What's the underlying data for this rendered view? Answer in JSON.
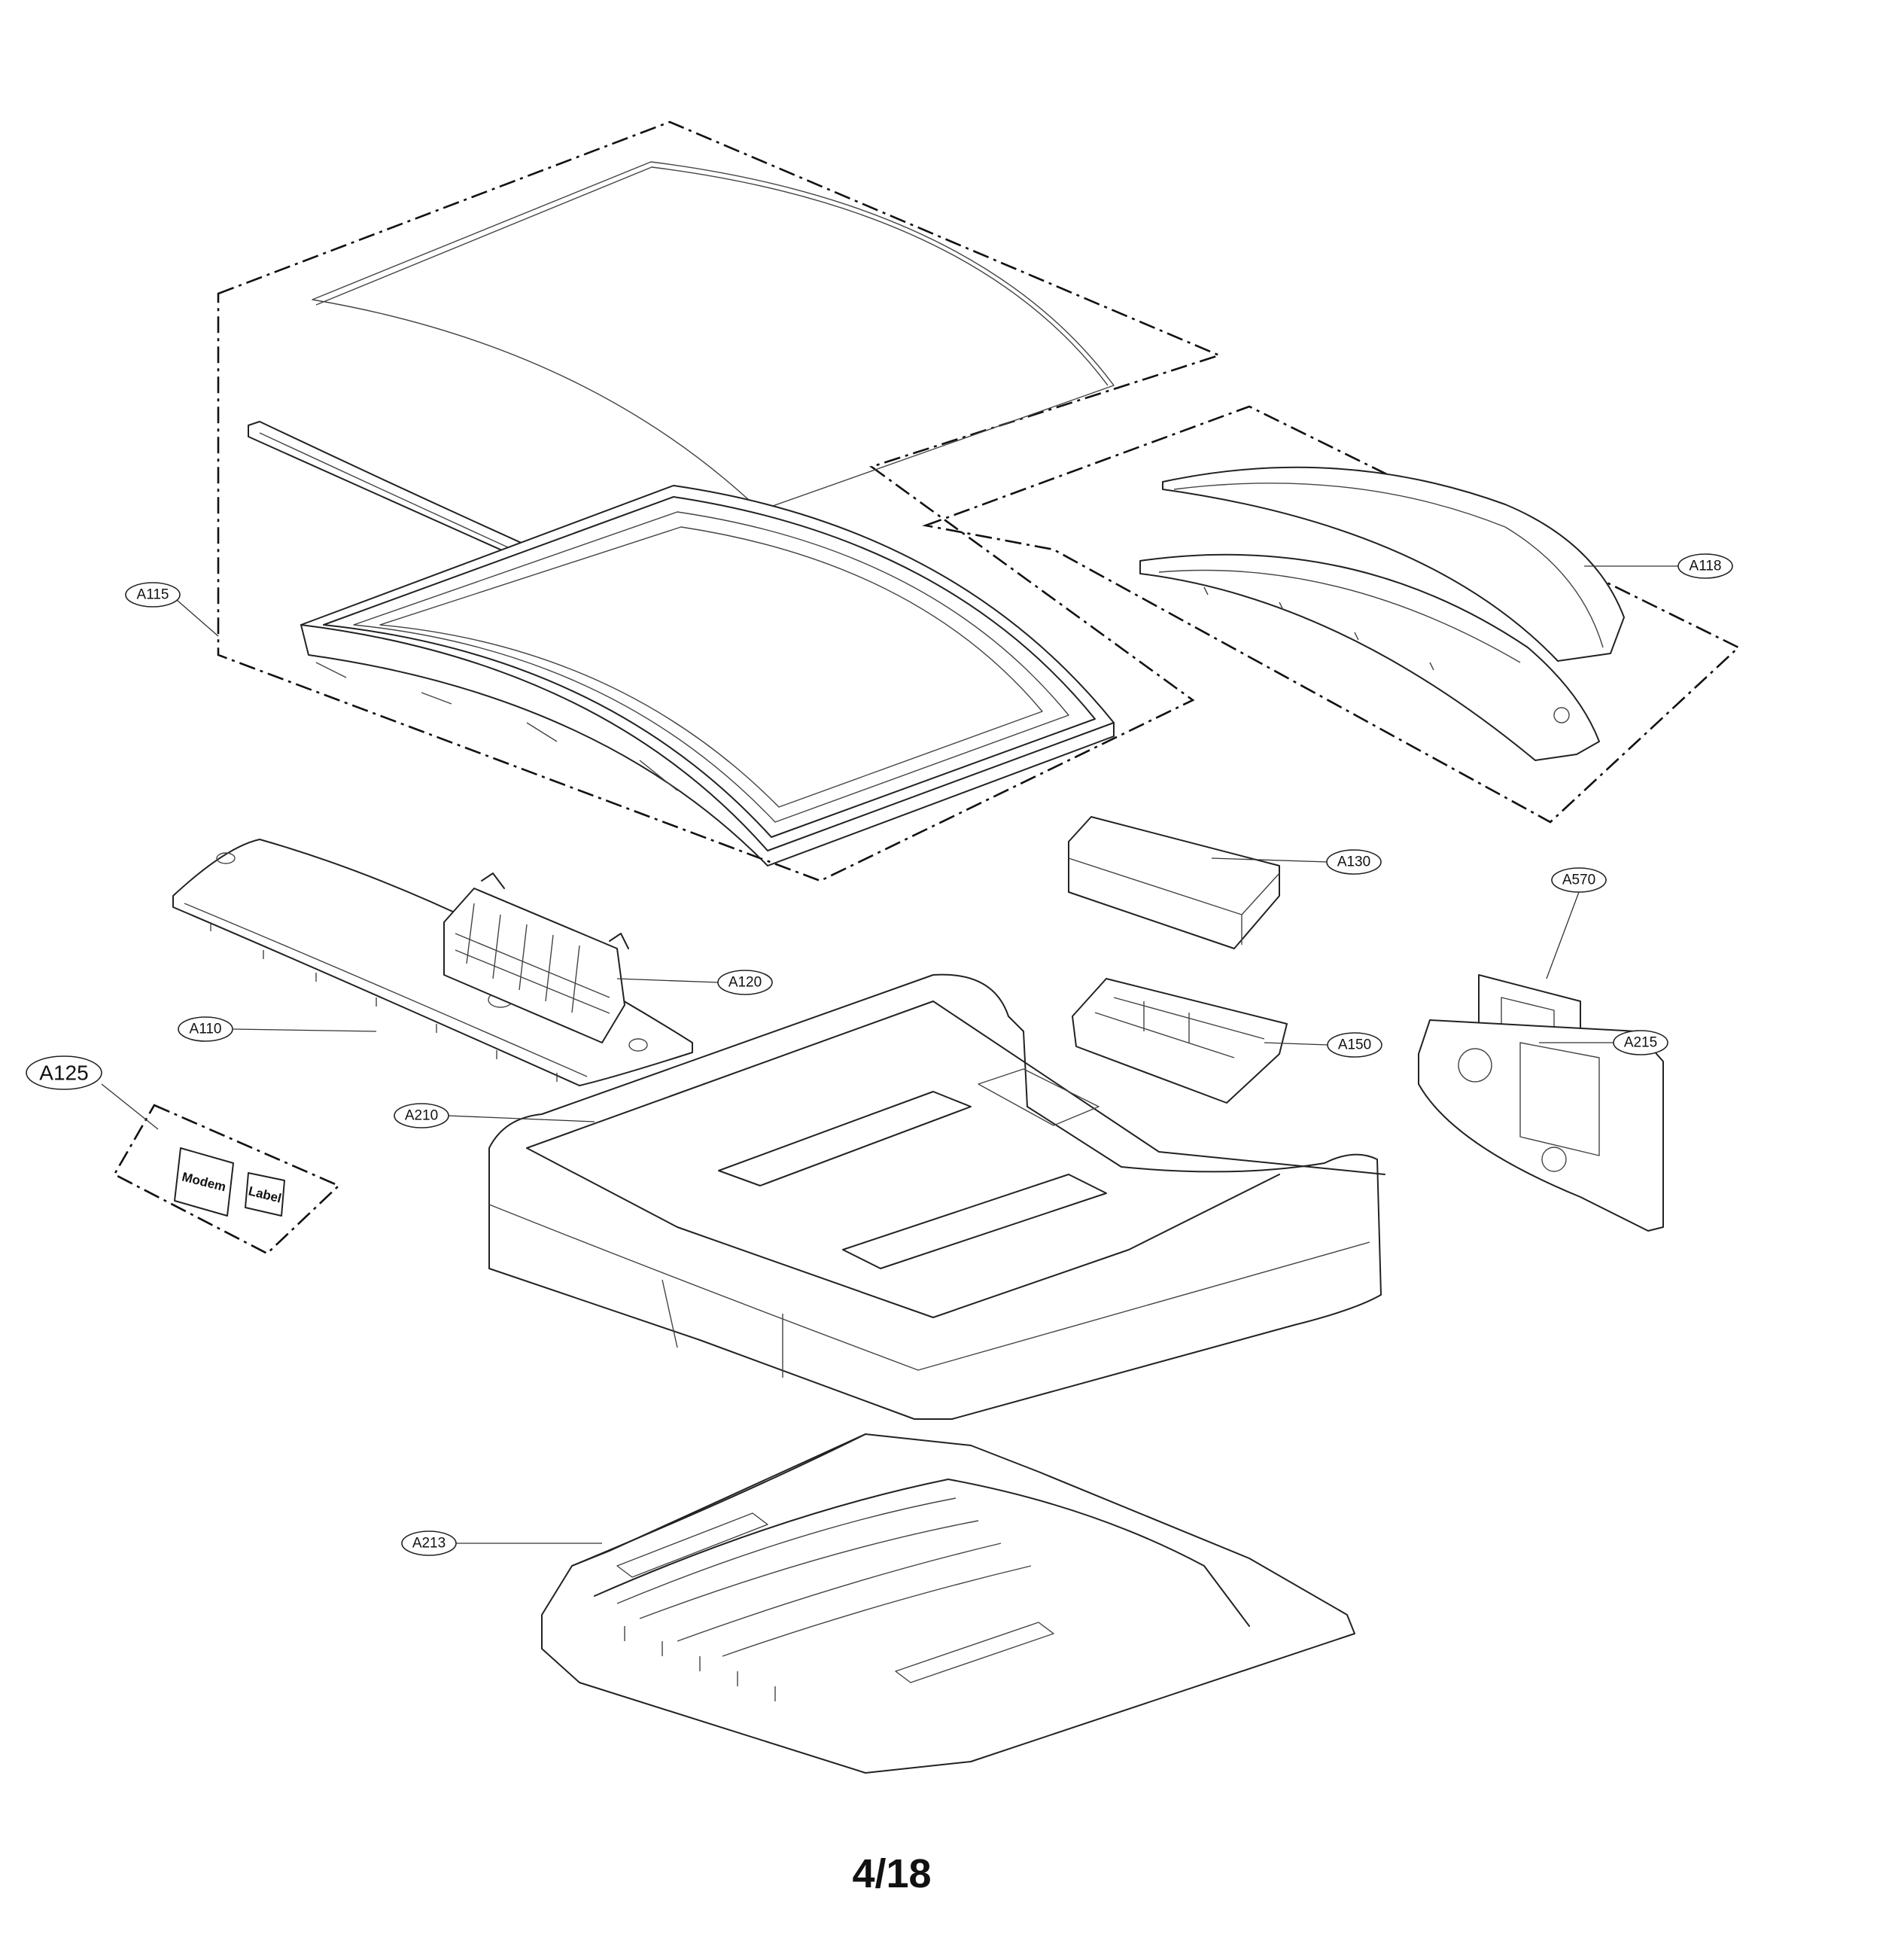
{
  "diagram": {
    "callouts": {
      "a115": "A115",
      "a118": "A118",
      "a130": "A130",
      "a570": "A570",
      "a120": "A120",
      "a150": "A150",
      "a110": "A110",
      "a215": "A215",
      "a125": "A125",
      "a210": "A210",
      "a213": "A213"
    },
    "stickers": {
      "modem": "Modem",
      "label": "Label"
    }
  },
  "page": {
    "number": "4/18"
  }
}
